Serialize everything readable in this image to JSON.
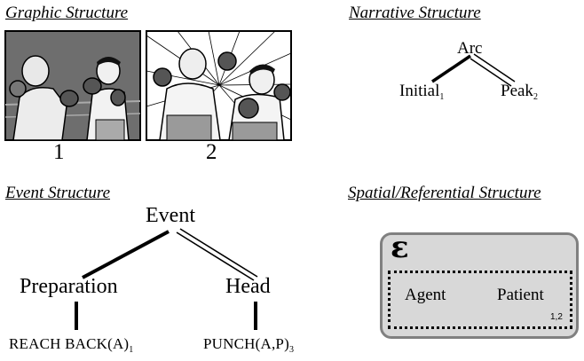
{
  "graphic": {
    "heading": "Graphic Structure",
    "panels": [
      {
        "number": "1",
        "description": "two boxers facing off, one winding back a punch"
      },
      {
        "number": "2",
        "description": "one boxer punching the other in the face"
      }
    ]
  },
  "narrative": {
    "heading": "Narrative Structure",
    "root": "Arc",
    "left": {
      "label": "Initial",
      "sub": "1"
    },
    "right": {
      "label": "Peak",
      "sub": "2"
    }
  },
  "event": {
    "heading": "Event Structure",
    "root": "Event",
    "left": {
      "label": "Preparation",
      "leaf": "REACH BACK(A)",
      "leaf_sub": "1"
    },
    "right": {
      "label": "Head",
      "leaf": "PUNCH(A,P)",
      "leaf_sub": "3"
    }
  },
  "spatial": {
    "heading": "Spatial/Referential Structure",
    "symbol": "ε",
    "agent": "Agent",
    "patient": "Patient",
    "patient_sub": "1,2",
    "colors": {
      "box_fill": "#d8d8d8",
      "box_border": "#808080"
    }
  }
}
